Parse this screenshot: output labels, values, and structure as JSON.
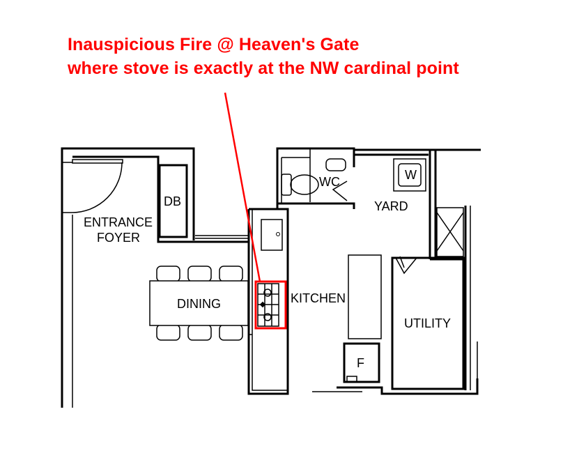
{
  "annotation": {
    "line1": "Inauspicious Fire @ Heaven's Gate",
    "line2": "where stove is exactly at the NW cardinal point",
    "color": "#ff0000"
  },
  "rooms": {
    "entrance_line1": "ENTRANCE",
    "entrance_line2": "FOYER",
    "db": "DB",
    "dining": "DINING",
    "kitchen": "KITCHEN",
    "wc": "WC",
    "yard": "YARD",
    "washer": "W",
    "utility": "UTILITY",
    "fridge": "F"
  }
}
